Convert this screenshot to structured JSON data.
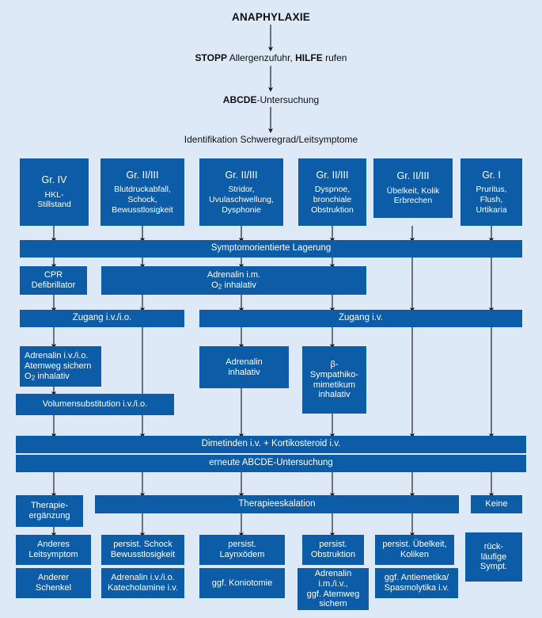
{
  "diagram": {
    "title": "Anaphylaxie Algorithmus",
    "background_color": "#dde9f7",
    "box_color": "#0c5ca8",
    "text_color": "#ffffff",
    "arrow_color": "#1a1a1a"
  },
  "header": {
    "title": "ANAPHYLAXIE",
    "step2_bold1": "STOPP",
    "step2_rest1": " Allergenzufuhr, ",
    "step2_bold2": "HILFE",
    "step2_rest2": " rufen",
    "step3_bold": "ABCDE",
    "step3_rest": "-Untersuchung",
    "step4": "Identifikation Schweregrad/Leitsymptome"
  },
  "grades": [
    {
      "grade": "Gr. IV",
      "symptoms": "HKL-\nStillstand"
    },
    {
      "grade": "Gr. II/III",
      "symptoms": "Blutdruckabfall,\nSchock,\nBewusstlosigkeit"
    },
    {
      "grade": "Gr. II/III",
      "symptoms": "Stridor,\nUvulaschwellung,\nDysphonie"
    },
    {
      "grade": "Gr.  II/III",
      "symptoms": "Dyspnoe,\nbronchiale\nObstruktion"
    },
    {
      "grade": "Gr.  II/III",
      "symptoms": "Übelkeit, Kolik\nErbrechen"
    },
    {
      "grade": "Gr.  I",
      "symptoms": "Pruritus,\nFlush,\nUrtikaria"
    }
  ],
  "bars": {
    "lagerung": "Symptomorientierte Lagerung",
    "dimetinden": "Dimetinden i.v. + Kortikosteroid i.v.",
    "erneute_abcde": "erneute ABCDE-Untersuchung",
    "therapieeskalation": "Therapieeskalation"
  },
  "treatments": {
    "cpr": "CPR\nDefibrillator",
    "adrenalin_im_l1": "Adrenalin i.m.",
    "adrenalin_im_l2_pre": "O",
    "adrenalin_im_l2_sub": "2",
    "adrenalin_im_l2_post": " inhalativ",
    "zugang_ivio": "Zugang i.v./i.o.",
    "zugang_iv": "Zugang i.v.",
    "adrenalin_ivio_l1": "Adrenalin i.v./i.o.",
    "adrenalin_ivio_l2": "Atemweg sichern",
    "adrenalin_ivio_l3_pre": "O",
    "adrenalin_ivio_l3_sub": "2",
    "adrenalin_ivio_l3_post": " inhalativ",
    "volumensubstitution": "Volumensubstitution i.v./i.o.",
    "adrenalin_inhalativ": "Adrenalin\ninhalativ",
    "beta_sympathiko": "β-\nSympathiko-\nmimetikum\ninhalativ"
  },
  "outcomes": {
    "therapie_ergaenzung": "Therapie-\nergänzung",
    "keine": "Keine",
    "rueck_laeufige": "rück-\nläufige\nSympt."
  },
  "escalation_row": [
    "Anderes\nLeitsymptom",
    "persist. Schock\nBewusstlosigkeit",
    "persist.\nLaynxödem",
    "persist.\nObstruktion",
    "persist. Übelkeit,\nKoliken"
  ],
  "action_row": [
    "Anderer\nSchenkel",
    "Adrenalin i.v./i.o.\nKatecholamine i.v.",
    "ggf. Koniotomie",
    "Adrenalin i.m./i.v.,\nggf. Atemweg\nsichern",
    "ggf. Antiemetika/\nSpasmolytika i.v."
  ]
}
